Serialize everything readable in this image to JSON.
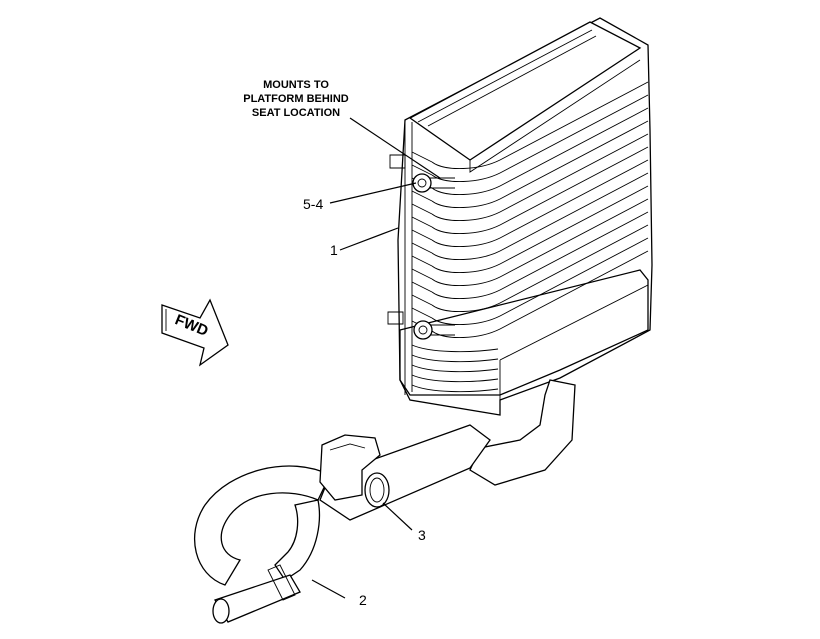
{
  "diagram": {
    "callouts": {
      "mount_note_line1": "MOUNTS TO",
      "mount_note_line2": "PLATFORM BEHIND",
      "mount_note_line3": "SEAT LOCATION",
      "bolt": "5-4",
      "housing": "1",
      "clamp": "3",
      "hose": "2"
    },
    "direction_arrow": "FWD"
  }
}
